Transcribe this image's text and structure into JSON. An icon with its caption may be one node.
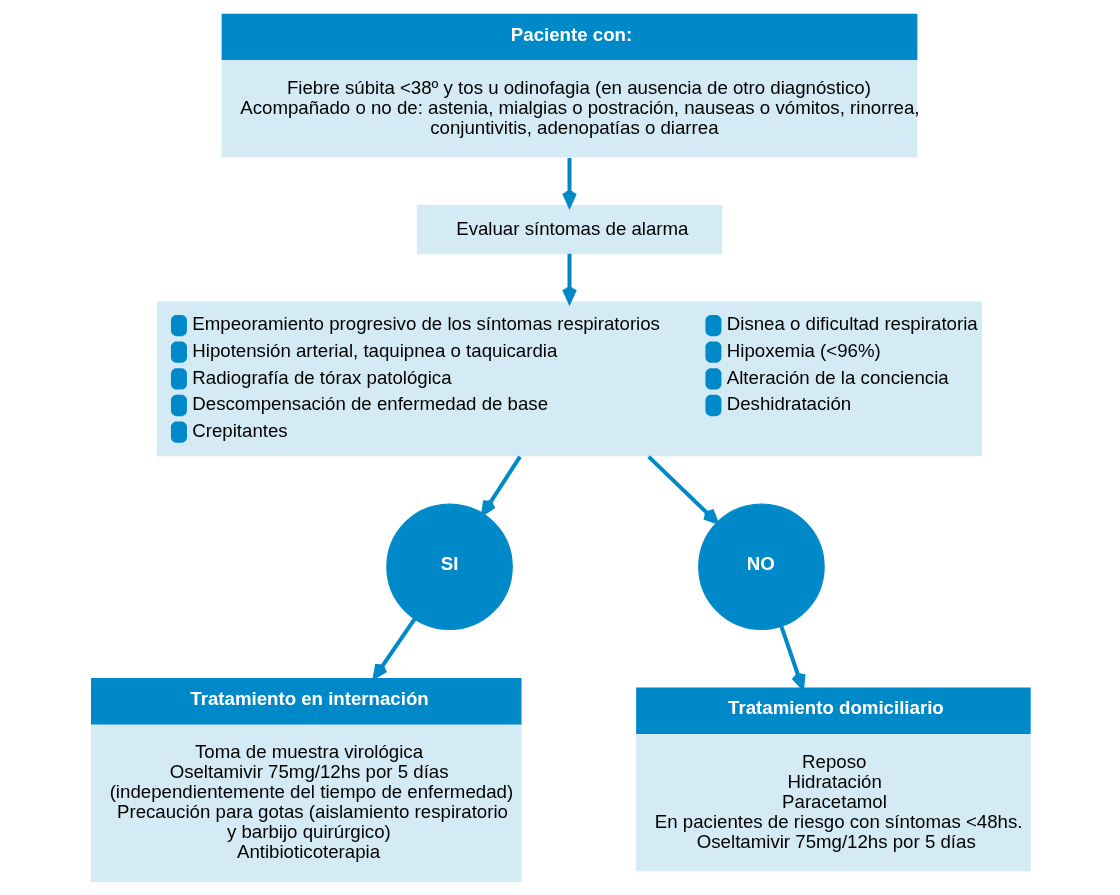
{
  "diagram": {
    "nodes": [
      {
        "text": [
          "Paciente con:",
          "Fiebre súbita <38º y tos u odinofagia (en ausencia de otro diagnóstico) Acompañado o no de: astenia, mialgias o postración, nauseas o vómitos, rinorrea, conjuntivitis, adenopatías o diarrea"
        ]
      },
      {
        "text": [
          "Evaluar síntomas de alarma"
        ]
      },
      {
        "text": [
          "Empeoramiento progresivo de los síntomas respiratorios",
          "Hipotensión arterial, taquipnea o taquicardia",
          "Radiografía de tórax patológica",
          "Descompensación de enfermedad de base",
          "Crepitantes",
          "Disnea o dificultad respiratoria",
          "Hipoxemia (<96%)",
          "Alteración de la conciencia",
          "Deshidratación"
        ]
      },
      {
        "text": [
          "SI"
        ]
      },
      {
        "text": [
          "NO"
        ]
      },
      {
        "text": [
          "Tratamiento en internación",
          "Toma de muestra virológica",
          "Oseltamivir 75mg/12hs por 5 días (independientemente del tiempo de enfermedad)",
          "Precaución para gotas (aislamiento respiratorio y barbijo quirúrgico)",
          "Antibioticoterapia"
        ]
      },
      {
        "text": [
          "Tratamiento domiciliario",
          "Reposo",
          "Hidratación",
          "Paracetamol",
          "En pacientes de riesgo con síntomas <48hs. Oseltamivir 75mg/12hs por 5 días"
        ]
      }
    ],
    "edges": [
      {
        "from": 0,
        "to": 1,
        "arrow": "to"
      },
      {
        "from": 1,
        "to": 2,
        "arrow": "to"
      },
      {
        "from": 2,
        "to": 3,
        "arrow": "to"
      },
      {
        "from": 2,
        "to": 4,
        "arrow": "to"
      },
      {
        "from": 3,
        "to": 5,
        "arrow": "to"
      },
      {
        "from": 4,
        "to": 6,
        "arrow": "to"
      }
    ]
  }
}
